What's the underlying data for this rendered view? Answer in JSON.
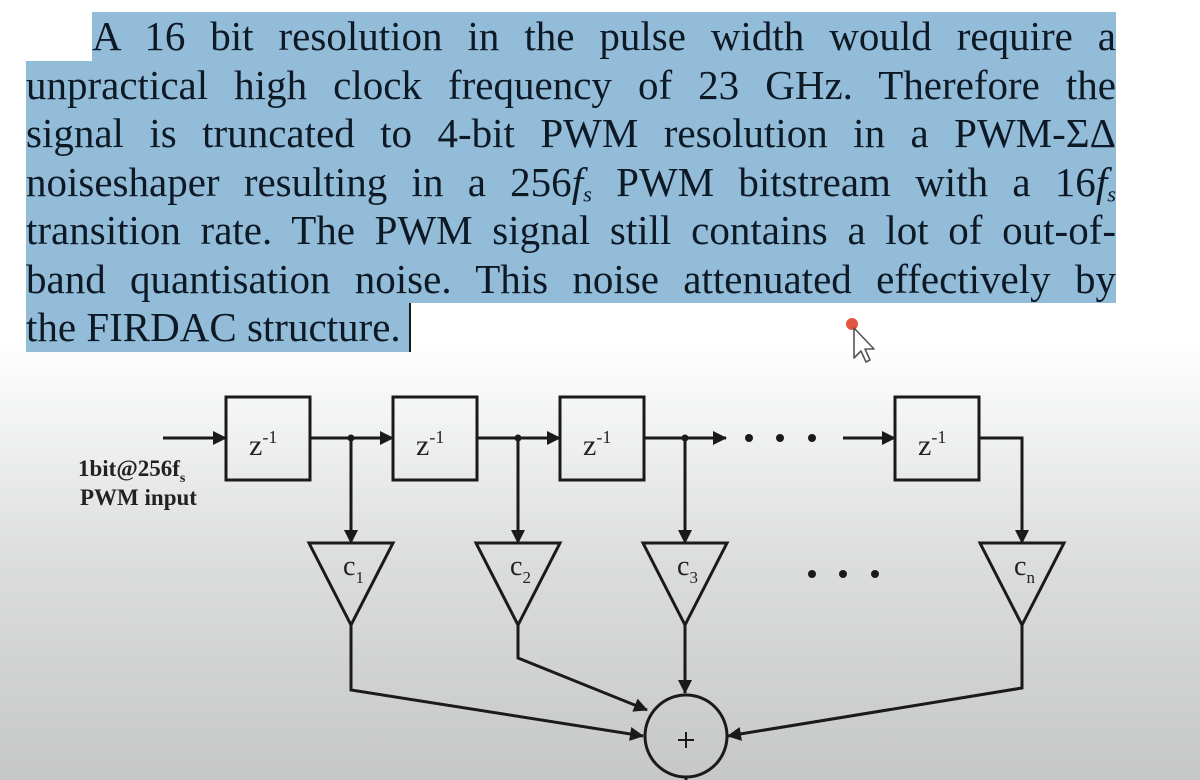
{
  "paragraph": {
    "lines": [
      "A 16 bit resolution in the pulse width would require a",
      "unpractical high clock frequency of 23 GHz. Therefore the",
      "signal is truncated to 4-bit PWM resolution in a PWM-ΣΔ",
      "noiseshaper resulting in a 256fs PWM bitstream with a 16fs",
      "transition rate. The PWM signal still contains a lot of out-of-",
      "band quantisation noise. This noise attenuated effectively by",
      "the FIRDAC structure."
    ],
    "line4_parts": {
      "a": "noiseshaper resulting in a 256",
      "f1": "f",
      "s1": "s",
      "b": " PWM bitstream with a 16",
      "f2": "f",
      "s2": "s"
    },
    "selection_color": "#93bcd9"
  },
  "diagram": {
    "input_label_line1": "1bit@256f",
    "input_label_sub": "s",
    "input_label_line2": "PWM input",
    "delay_label": "z",
    "delay_exp": "-1",
    "ellipsis": "· · ·",
    "coefficients": [
      {
        "label": "c",
        "sub": "1"
      },
      {
        "label": "c",
        "sub": "2"
      },
      {
        "label": "c",
        "sub": "3"
      },
      {
        "label": "c",
        "sub": "n"
      }
    ],
    "sum_symbol": "+"
  }
}
